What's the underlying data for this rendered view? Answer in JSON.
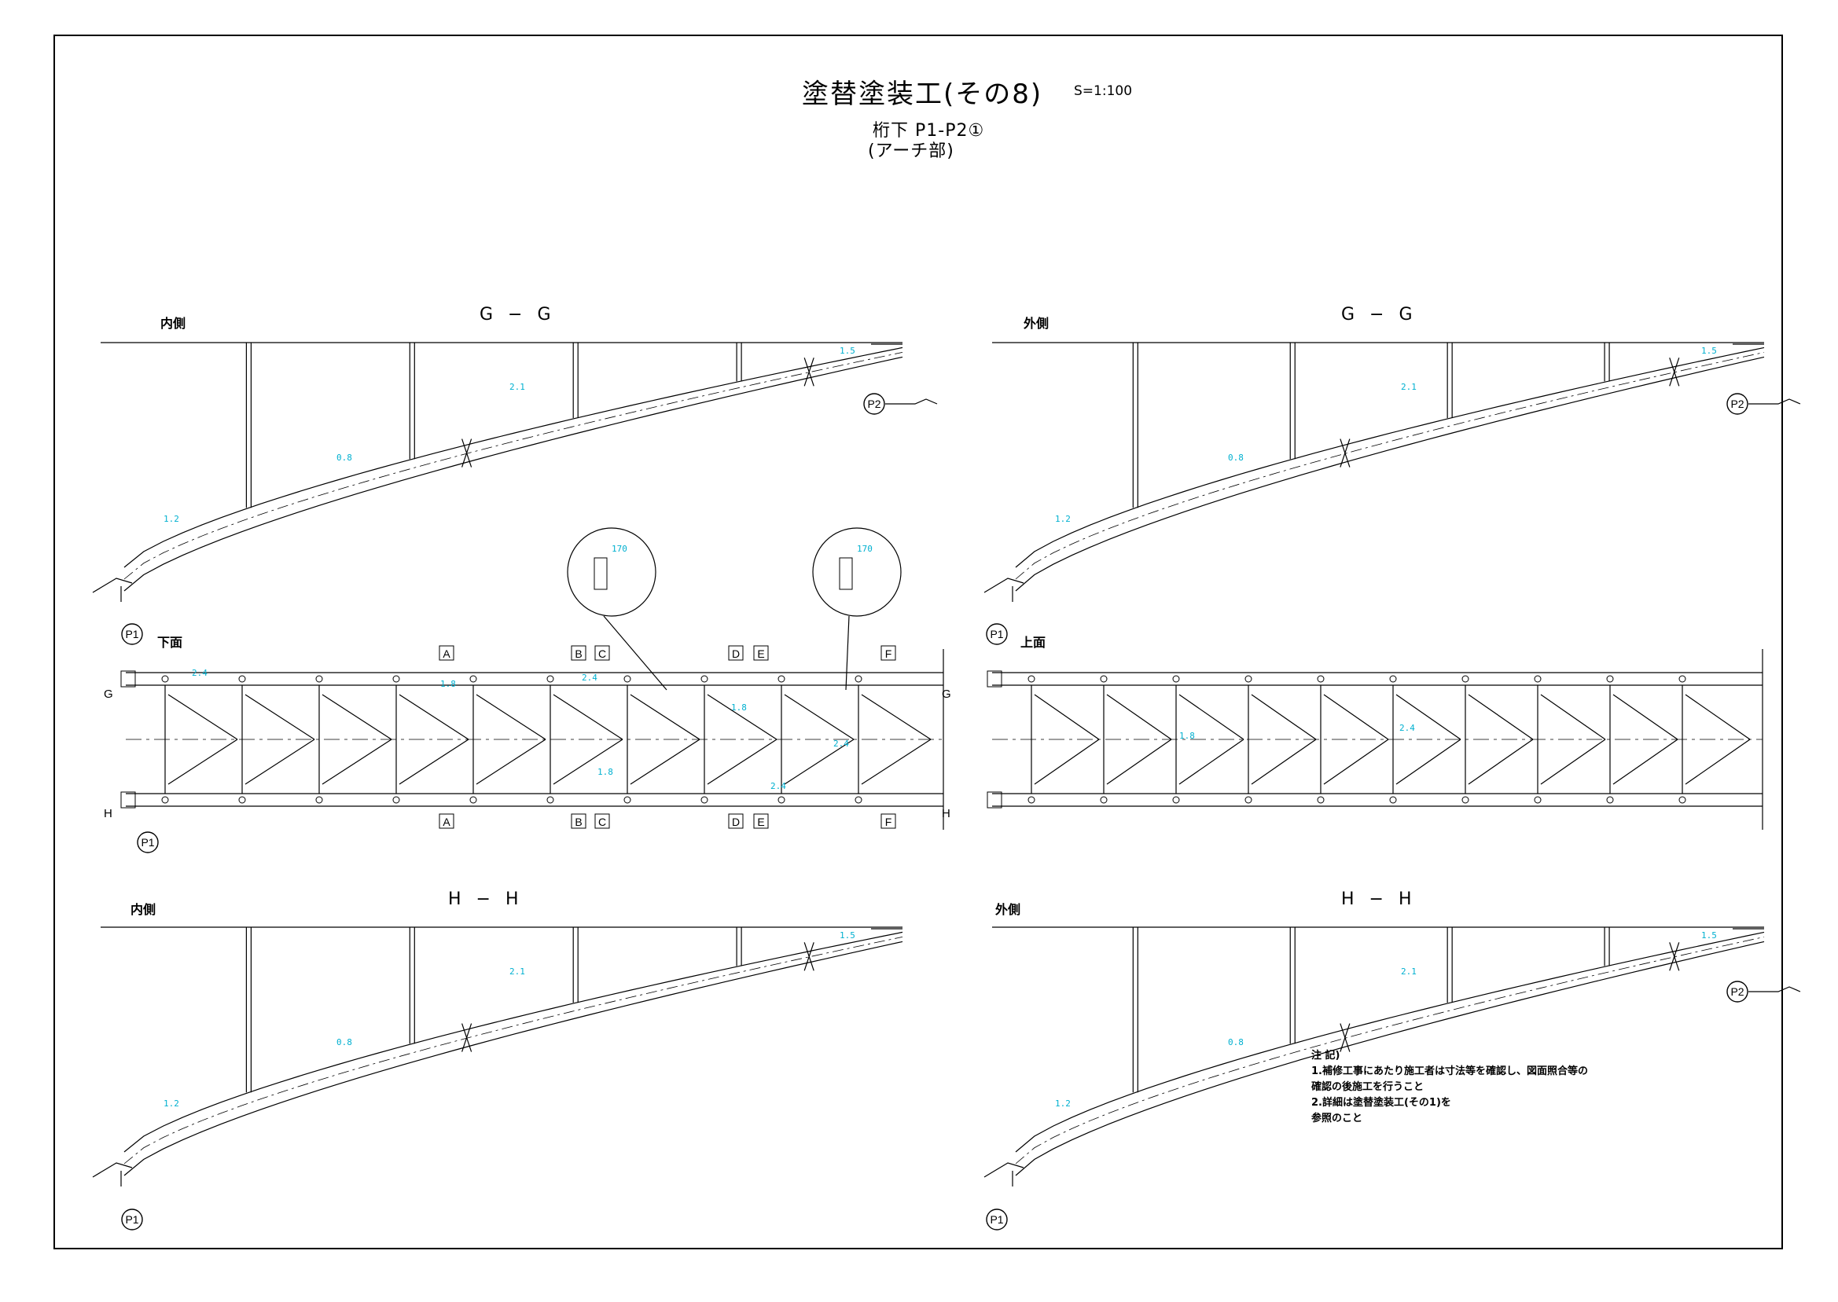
{
  "drawing": {
    "title": "塗替塗装工(その8)",
    "scale": "S=1:100",
    "subtitle_line1": "桁下 P1-P2①",
    "subtitle_line2": "(アーチ部)"
  },
  "views": {
    "inner_label": "内側",
    "outer_label": "外側",
    "section_gg": "G − G",
    "section_hh": "H − H",
    "bottom_face": "下面",
    "top_face": "上面"
  },
  "markers": {
    "p1": "P1",
    "p2": "P2",
    "section_letters": [
      "A",
      "B",
      "C",
      "D",
      "E",
      "F"
    ],
    "row_letters": [
      "G",
      "H"
    ]
  },
  "notes": {
    "heading": "注 記)",
    "line1": "1.補修工事にあたり施工者は寸法等を確認し、図面照合等の",
    "line2": "  確認の後施工を行うこと",
    "line3": "2.詳細は塗替塗装工(その1)を",
    "line4": "  参照のこと"
  },
  "colors": {
    "linework": "#000000",
    "dimension": "#00b0d0"
  }
}
